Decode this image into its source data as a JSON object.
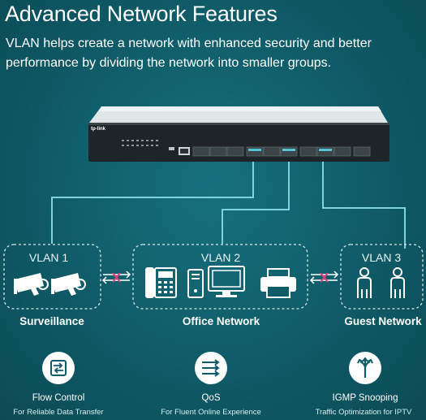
{
  "title": "Advanced Network Features",
  "description": {
    "line1": "VLAN helps create a network with enhanced security and better",
    "line2": "performance by dividing the network into smaller groups."
  },
  "switch": {
    "brand": "tp-link"
  },
  "vlans": [
    {
      "label": "VLAN 1",
      "group": "Surveillance"
    },
    {
      "label": "VLAN 2",
      "group": "Office Network"
    },
    {
      "label": "VLAN 3",
      "group": "Guest Network"
    }
  ],
  "features": [
    {
      "title": "Flow Control",
      "subtitle": "For Reliable Data Transfer",
      "icon": "flow-control-icon"
    },
    {
      "title": "QoS",
      "subtitle": "For Fluent Online Experience",
      "icon": "qos-icon"
    },
    {
      "title": "IGMP Snooping",
      "subtitle": "Traffic Optimization for IPTV",
      "icon": "igmp-snooping-icon"
    }
  ],
  "colors": {
    "background": "#0f5b67",
    "link_line": "#7fd3de",
    "blocked_x": "#e0407a",
    "accent_port": "#56c4d2"
  }
}
